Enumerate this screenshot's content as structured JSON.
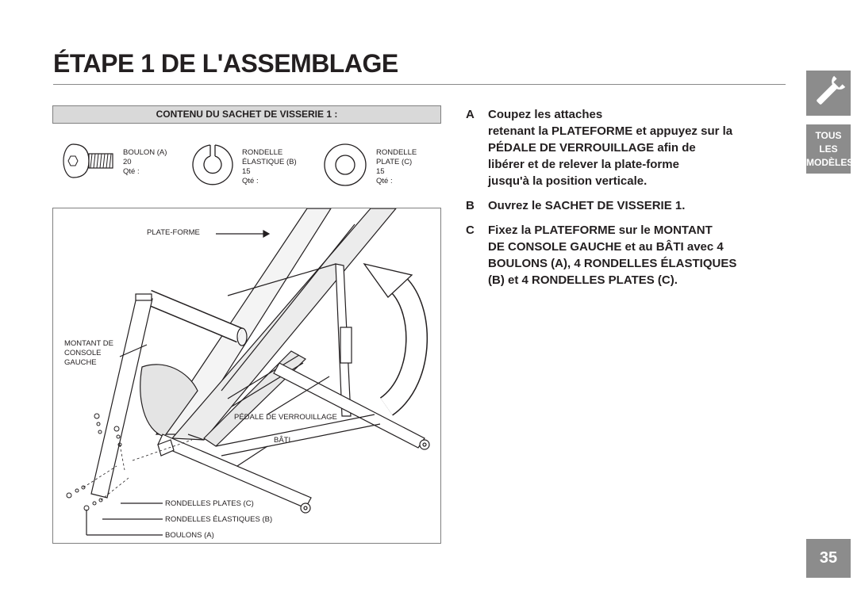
{
  "title": "ÉTAPE 1 DE L'ASSEMBLAGE",
  "contents_header": "CONTENU DU SACHET DE VISSERIE 1 :",
  "parts": [
    {
      "name": "BOULON (A)",
      "qty": "20",
      "qty_label": "Qté :"
    },
    {
      "name": "RONDELLE ÉLASTIQUE (B)",
      "qty": "15",
      "qty_label": "Qté :"
    },
    {
      "name": "RONDELLE PLATE (C)",
      "qty": "15",
      "qty_label": "Qté :"
    }
  ],
  "figure_labels": {
    "platform": "PLATE-FORME",
    "left_console_upright": "MONTANT DE\nCONSOLE\nGAUCHE",
    "lock_pedal": "PÉDALE DE VERROUILLAGE",
    "frame": "BÂTI",
    "flat_washers": "RONDELLES PLATES (C)",
    "lock_washers": "RONDELLES ÉLASTIQUES (B)",
    "bolts": "BOULONS (A)"
  },
  "steps": [
    {
      "letter": "A",
      "text": "Coupez les attaches\nretenant la PLATEFORME et appuyez sur la\nPÉDALE DE VERROUILLAGE afin de\nlibérer et de relever la plate-forme\njusqu'à la position verticale."
    },
    {
      "letter": "B",
      "text": "Ouvrez le SACHET DE VISSERIE 1."
    },
    {
      "letter": "C",
      "text": "Fixez la PLATEFORME sur le MONTANT\nDE CONSOLE GAUCHE et au BÂTI avec 4\nBOULONS (A), 4 RONDELLES ÉLASTIQUES\n(B) et 4 RONDELLES PLATES (C)."
    }
  ],
  "side_tab": {
    "line1": "TOUS",
    "line2": "LES",
    "line3": "MODÈLES"
  },
  "icon": "wrench-icon",
  "page_number": "35"
}
